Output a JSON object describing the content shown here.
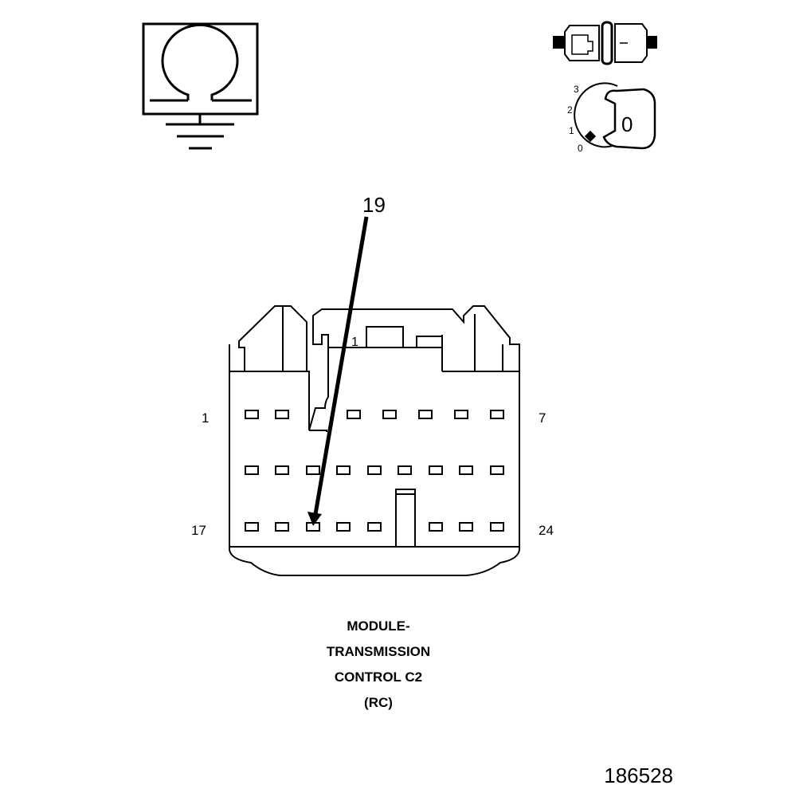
{
  "symbols": {
    "ohmmeter": "ohm-ground-icon",
    "connector_icon": "connector-plug-icon",
    "ignition_icon": "ignition-key-icon",
    "ignition_key_label": "0",
    "ignition_positions": [
      "3",
      "2",
      "1",
      "0"
    ]
  },
  "connector": {
    "callout_pin": "19",
    "inner_label": "1",
    "pin_labels": {
      "top_left": "1",
      "top_right": "7",
      "bottom_left": "17",
      "bottom_right": "24"
    }
  },
  "title": {
    "line1": "MODULE-",
    "line2": "TRANSMISSION",
    "line3": "CONTROL C2",
    "line4": "(RC)"
  },
  "figure_number": "186528"
}
